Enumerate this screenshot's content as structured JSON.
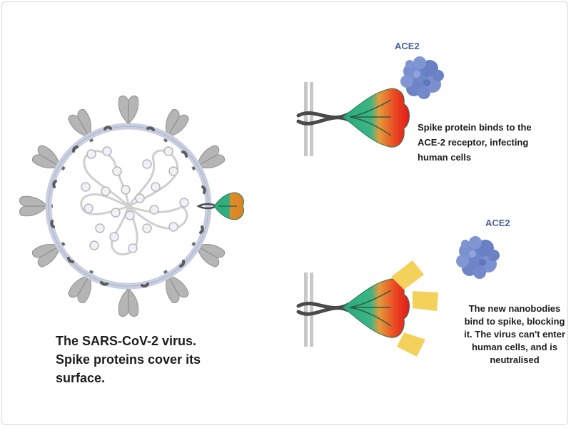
{
  "virus": {
    "caption": "The SARS-CoV-2 virus. Spike proteins cover its surface."
  },
  "binding_panel": {
    "receptor_label": "ACE2",
    "caption": "Spike protein binds to the ACE-2 receptor, infecting human cells"
  },
  "nanobody_panel": {
    "receptor_label": "ACE2",
    "caption": "The new nanobodies bind to spike, blocking it. The virus can't enter human cells, and is neutralised"
  },
  "colors": {
    "spike_grey": "#b5b5b5",
    "spike_stalk": "#4a4a4a",
    "membrane": "#c9cfe0",
    "rna": "#cfcfcf",
    "spike_green": "#2fae7e",
    "spike_orange": "#e08a2c",
    "spike_red": "#e4171d",
    "ace2_blue": "#6f86c9",
    "nanobody_yellow": "#f3d15a"
  }
}
